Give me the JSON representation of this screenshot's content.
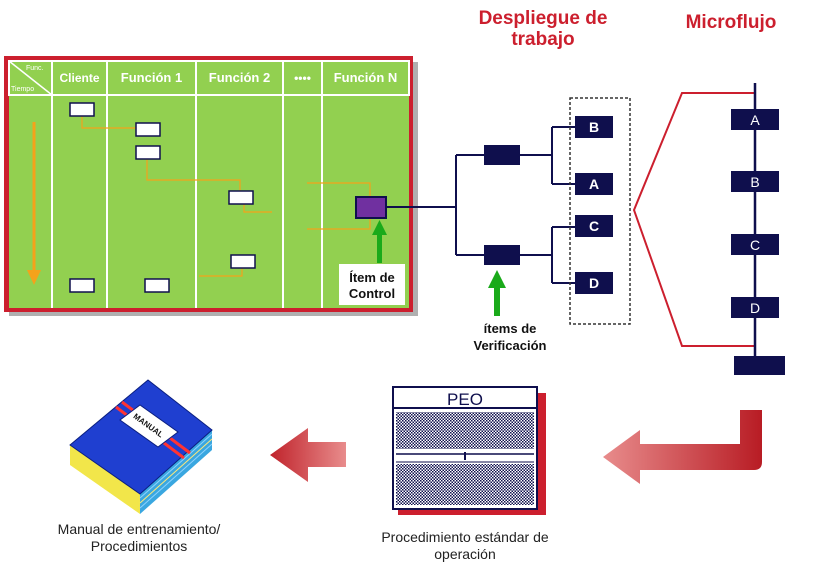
{
  "titles": {
    "work_deployment": "Despliegue de trabajo",
    "microflow": "Microflujo"
  },
  "matrix": {
    "corner_top": "Func.",
    "corner_bottom": "Tiempo",
    "columns": [
      "Cliente",
      "Función 1",
      "Función 2",
      "••••",
      "Función N"
    ]
  },
  "labels": {
    "control_item": "Ítem de Control",
    "verification_items": "ítems de Verificación",
    "peo_header": "PEO",
    "peo_caption": "Procedimiento estándar de operación",
    "manual_caption": "Manual de entrenamiento/ Procedimientos",
    "manual_cover": "MANUAL"
  },
  "deployment_boxes": [
    "B",
    "A",
    "C",
    "D"
  ],
  "microflow_boxes": [
    "A",
    "B",
    "C",
    "D"
  ],
  "colors": {
    "title_red": "#cc1f2e",
    "matrix_green": "#92d050",
    "navy": "#0f0f4d",
    "flow_orange": "#f4a21b",
    "arrow_green": "#1aaa1a",
    "control_purple": "#7030a0",
    "book_blue": "#1f3fd0"
  },
  "icons": [
    "down-arrow-icon",
    "up-arrow-icon",
    "left-arrow-icon",
    "curved-arrow-icon",
    "book-icon"
  ]
}
